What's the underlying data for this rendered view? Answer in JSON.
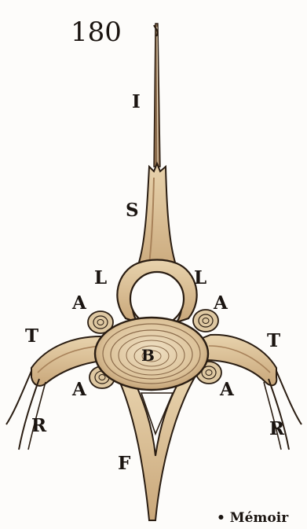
{
  "page_number": "180",
  "labels": {
    "I": "I",
    "S": "S",
    "L_left": "L",
    "L_right": "L",
    "A_upper_left": "A",
    "A_upper_right": "A",
    "T_left": "T",
    "T_right": "T",
    "B": "B",
    "A_lower_left": "A",
    "A_lower_right": "A",
    "R_left": "R",
    "R_right": "R",
    "F": "F"
  },
  "footnote": "• Mémoir",
  "colors": {
    "bone_fill": "#d9bf96",
    "bone_shadow": "#a8825a",
    "outline": "#2a1d12",
    "ink": "#1a1410"
  }
}
